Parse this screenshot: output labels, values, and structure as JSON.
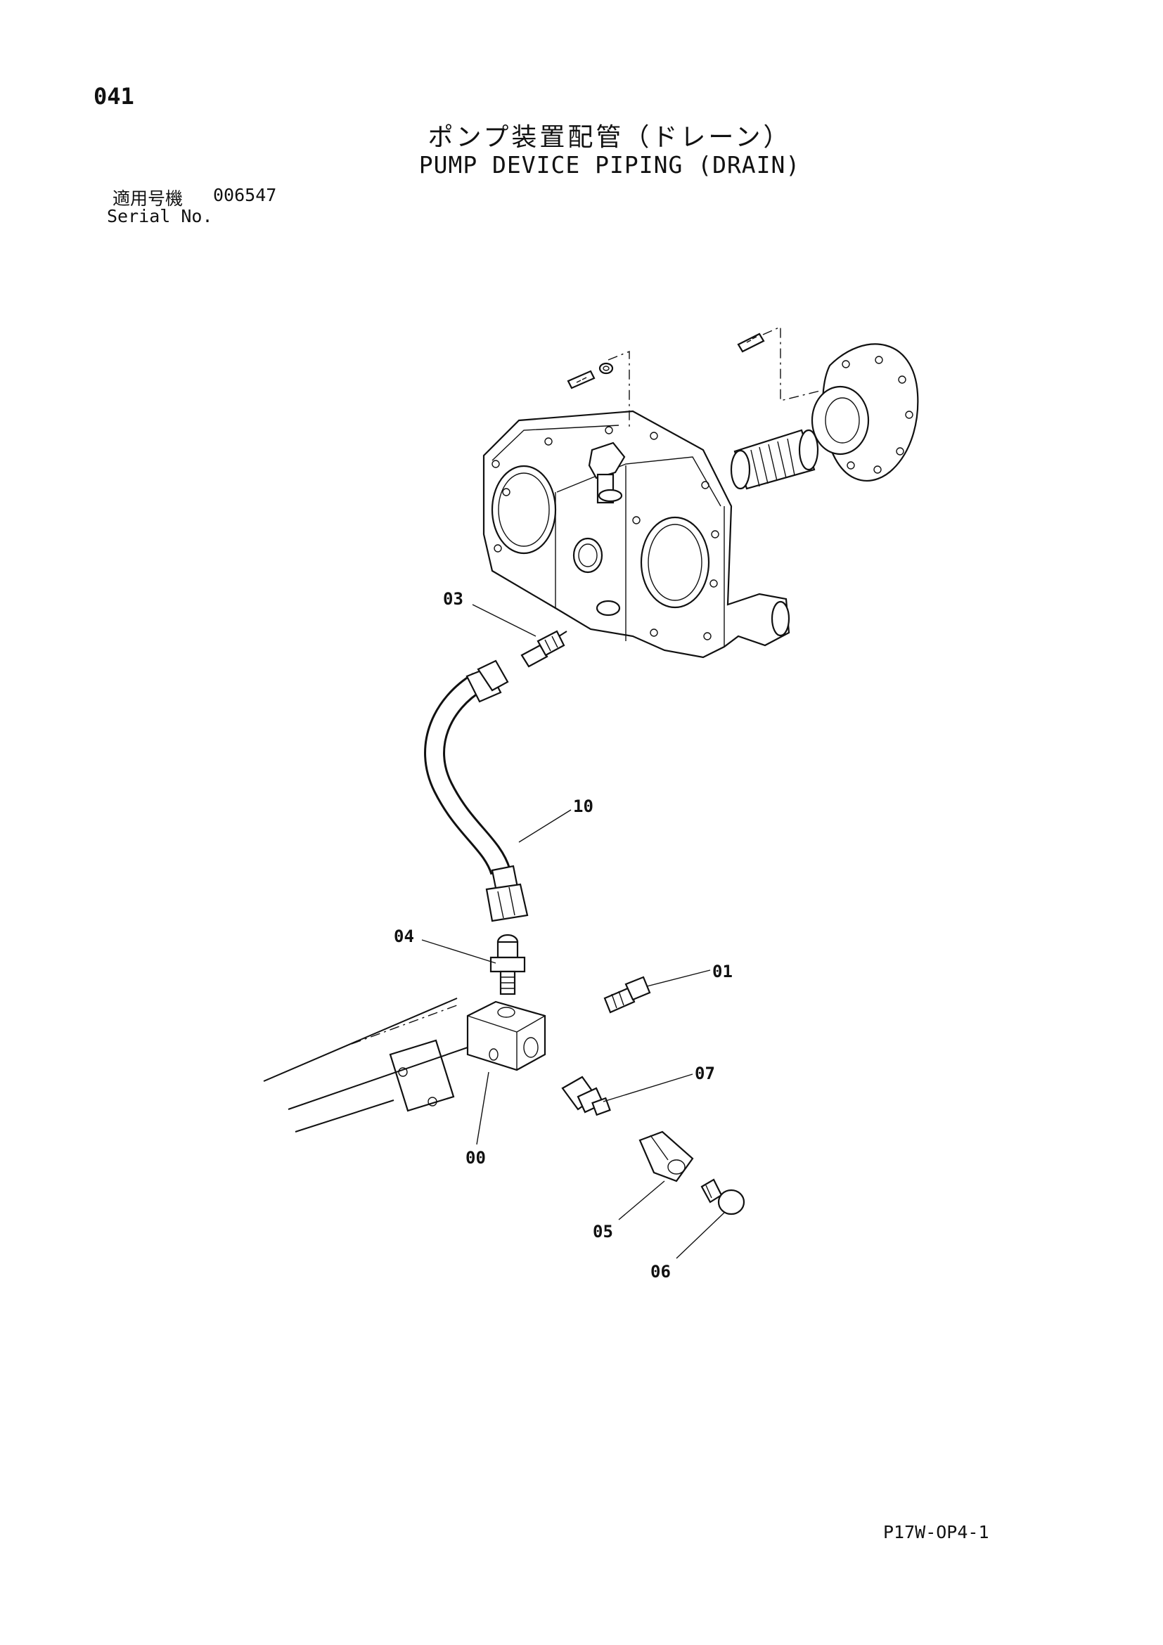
{
  "page_number": "041",
  "title_jp": "ポンプ装置配管（ドレーン）",
  "title_en": "PUMP DEVICE PIPING (DRAIN)",
  "serial": {
    "label_jp": "適用号機",
    "value": "006547",
    "label_en": "Serial No."
  },
  "doc_code": "P17W-OP4-1",
  "callouts": {
    "c03": "03",
    "c10": "10",
    "c04": "04",
    "c01": "01",
    "c07": "07",
    "c00": "00",
    "c05": "05",
    "c06": "06"
  }
}
